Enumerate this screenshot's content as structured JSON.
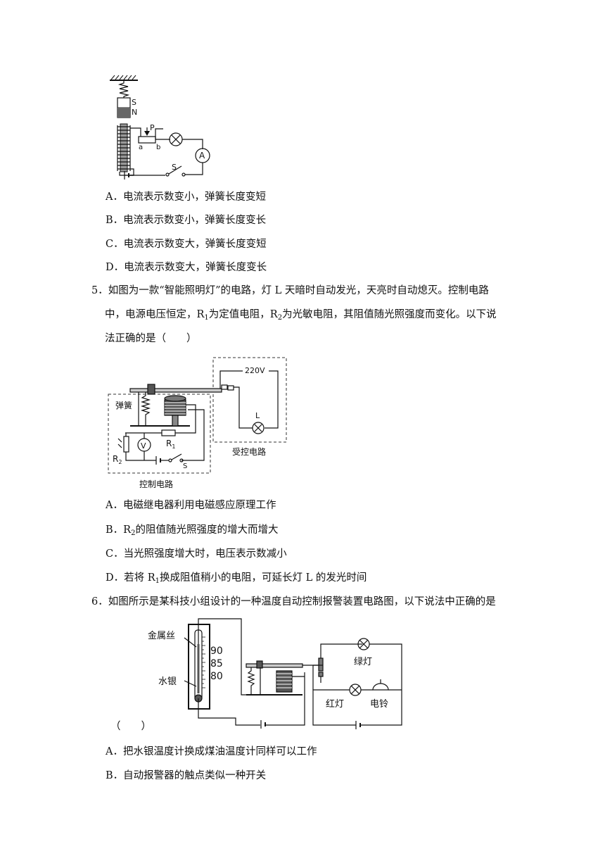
{
  "q4": {
    "figure": {
      "S": "S",
      "N": "N",
      "P": "P",
      "a": "a",
      "b": "b",
      "switch": "S",
      "ammeter": "A"
    },
    "options": [
      "A．电流表示数变小，弹簧长度变短",
      "B．电流表示数变小，弹簧长度变长",
      "C．电流表示数变大，弹簧长度变短",
      "D．电流表示数变大，弹簧长度变长"
    ]
  },
  "q5": {
    "line1": "5．如图为一款“智能照明灯”的电路，灯 L 天暗时自动发光，天亮时自动熄灭。控制电路",
    "line2_a": "中，电源电压恒定，R",
    "line2_s1": "1",
    "line2_b": "为定值电阻，R",
    "line2_s2": "2",
    "line2_c": "为光敏电阻，其阻值随光照强度而变化。以下说",
    "line3": "法正确的是（　　）",
    "figure": {
      "voltage": "220V",
      "lamp": "L",
      "spring": "弹簧",
      "voltmeter": "V",
      "r1": "R",
      "r1_sub": "1",
      "r2": "R",
      "r2_sub": "2",
      "switch": "S",
      "controlled": "受控电路",
      "control": "控制电路"
    },
    "optA": "A．电磁继电器利用电磁感应原理工作",
    "optB_a": "B．R",
    "optB_s": "2",
    "optB_b": "的阻值随光照强度的增大而增大",
    "optC": "C．当光照强度增大时，电压表示数减小",
    "optD_a": "D．若将 R",
    "optD_s": "1",
    "optD_b": "换成阻值稍小的电阻，可延长灯 L 的发光时间"
  },
  "q6": {
    "line1": "6．如图所示是某科技小组设计的一种温度自动控制报警装置电路图，以下说法中正确的是",
    "figure": {
      "wire": "金属丝",
      "mercury": "水银",
      "t90": "90",
      "t85": "85",
      "t80": "80",
      "green": "绿灯",
      "red": "红灯",
      "bell": "电铃"
    },
    "paren": "（　　）",
    "optA": "A．把水银温度计换成煤油温度计同样可以工作",
    "optB": "B．自动报警器的触点类似一种开关"
  }
}
